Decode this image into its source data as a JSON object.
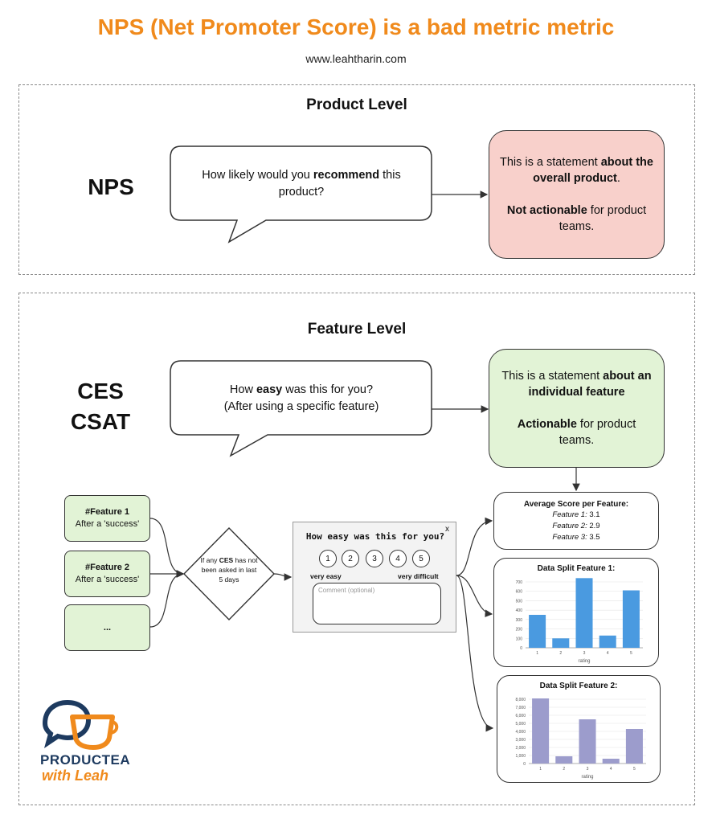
{
  "header": {
    "title": "NPS (Net Promoter Score) is a bad metric metric",
    "website": "www.leahtharin.com"
  },
  "product_level": {
    "heading": "Product Level",
    "metric": "NPS",
    "question_pre": "How likely would you ",
    "question_bold": "recommend",
    "question_post": " this product?",
    "statement_line1_pre": "This is a statement ",
    "statement_line1_bold": "about the overall product",
    "statement_line1_post": ".",
    "statement_line2_bold": "Not actionable",
    "statement_line2_post": " for product teams."
  },
  "feature_level": {
    "heading": "Feature Level",
    "metric_1": "CES",
    "metric_2": "CSAT",
    "question_pre": "How ",
    "question_bold": "easy",
    "question_post": " was this for you?",
    "question_note": "(After using a specific feature)",
    "statement_line1_pre": "This is a statement ",
    "statement_line1_bold": "about an individual feature",
    "statement_line2_bold": "Actionable",
    "statement_line2_post": " for product teams."
  },
  "features": [
    {
      "name": "#Feature 1",
      "trigger": "After a 'success'"
    },
    {
      "name": "#Feature 2",
      "trigger": "After a 'success'"
    },
    {
      "name": "...",
      "trigger": ""
    }
  ],
  "decision": {
    "text_pre": "If any ",
    "text_bold": "CES",
    "text_post": " has not been asked in last 5 days"
  },
  "survey": {
    "title": "How easy was this for you?",
    "close": "x",
    "options": [
      "1",
      "2",
      "3",
      "4",
      "5"
    ],
    "low_label": "very easy",
    "high_label": "very difficult",
    "comment_placeholder": "Comment (optional)"
  },
  "average_scores": {
    "title": "Average Score per Feature:",
    "rows": [
      {
        "label": "Feature 1:",
        "value": "3.1"
      },
      {
        "label": "Feature 2:",
        "value": "2.9"
      },
      {
        "label": "Feature 3:",
        "value": "3.5"
      }
    ]
  },
  "logo": {
    "line1": "PRODUCTEA",
    "line2": "with Leah"
  },
  "colors": {
    "title_orange": "#f08a1c",
    "nps_box": "#f8d0cb",
    "feature_box": "#e2f3d6",
    "bar_blue": "#4a9ae0",
    "bar_purple": "#9c9ccc",
    "logo_navy": "#1d3a5f"
  },
  "chart_data": [
    {
      "type": "bar",
      "title": "Data Split Feature 1:",
      "xlabel": "rating",
      "ylabel": "",
      "categories": [
        "1",
        "2",
        "3",
        "4",
        "5"
      ],
      "values": [
        350,
        100,
        740,
        130,
        610
      ],
      "ylim": [
        0,
        700
      ],
      "yticks": [
        "0",
        "100",
        "200",
        "300",
        "400",
        "500",
        "600",
        "700"
      ],
      "ytick_values": [
        0,
        100,
        200,
        300,
        400,
        500,
        600,
        700
      ],
      "color": "#4a9ae0"
    },
    {
      "type": "bar",
      "title": "Data Split Feature 2:",
      "xlabel": "rating",
      "ylabel": "",
      "categories": [
        "1",
        "2",
        "3",
        "4",
        "5"
      ],
      "values": [
        8100,
        900,
        5500,
        600,
        4300
      ],
      "ylim": [
        0,
        8000
      ],
      "yticks": [
        "0",
        "1,000",
        "2,000",
        "3,000",
        "4,000",
        "5,000",
        "6,000",
        "7,000",
        "8,000"
      ],
      "ytick_values": [
        0,
        1000,
        2000,
        3000,
        4000,
        5000,
        6000,
        7000,
        8000
      ],
      "color": "#9c9ccc"
    }
  ]
}
